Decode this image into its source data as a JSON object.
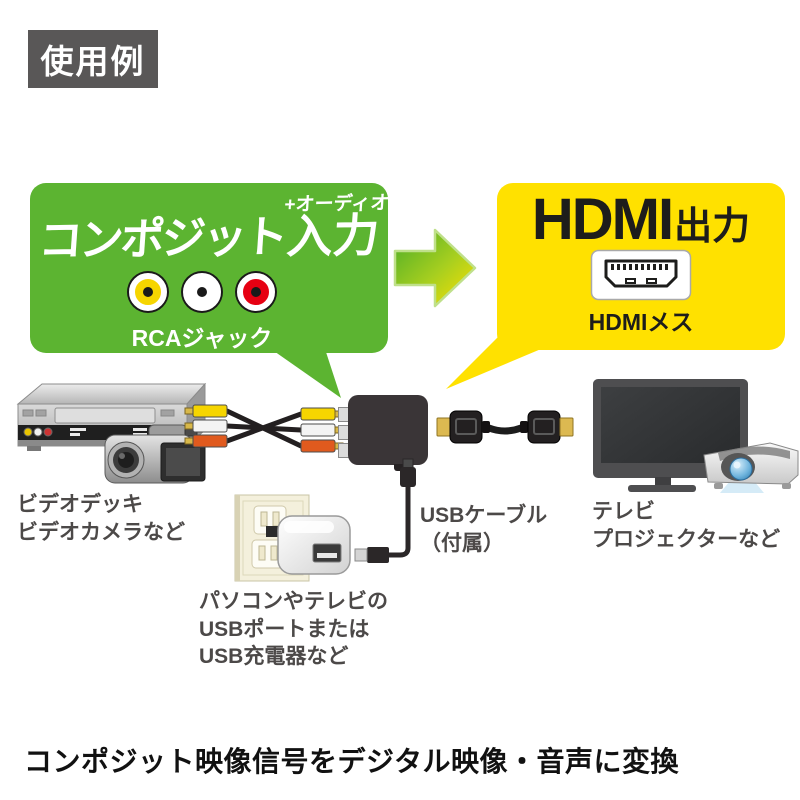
{
  "badge": {
    "label": "使用例"
  },
  "input_bubble": {
    "title_main": "コンポジット",
    "title_suffix": "入力",
    "superscript": "+オーディオ",
    "caption": "RCAジャック",
    "bg_color": "#5cb431",
    "jacks": [
      {
        "name": "video-jack",
        "color": "#f6d500"
      },
      {
        "name": "audio-left-jack",
        "color": "#ffffff"
      },
      {
        "name": "audio-right-jack",
        "color": "#e60012"
      }
    ]
  },
  "arrow": {
    "direction": "right",
    "gradient": [
      "#4aac28",
      "#ffe100"
    ]
  },
  "output_bubble": {
    "title_main": "HDMI",
    "title_suffix": "出力",
    "caption": "HDMIメス",
    "bg_color": "#ffe100"
  },
  "labels": {
    "source": [
      "ビデオデッキ",
      "ビデオカメラなど"
    ],
    "usb_cable": [
      "USBケーブル",
      "（付属）"
    ],
    "power": [
      "パソコンやテレビの",
      "USBポートまたは",
      "USB充電器など"
    ],
    "display": [
      "テレビ",
      "プロジェクターなど"
    ]
  },
  "footer": {
    "caption": "コンポジット映像信号をデジタル映像・音声に変換"
  },
  "colors": {
    "badge_gray": "#595757",
    "label_gray": "#4c4948",
    "converter_black": "#3a3537",
    "rca_yellow": "#f6d500",
    "rca_white": "#ffffff",
    "rca_red": "#e60012"
  }
}
